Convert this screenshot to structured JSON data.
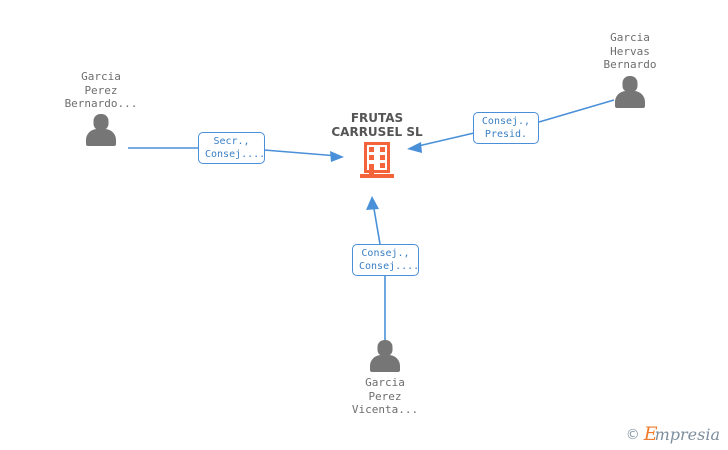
{
  "diagram": {
    "background_color": "#ffffff",
    "edge_color": "#4a90d9",
    "company_color": "#f4633a",
    "person_color": "#767676"
  },
  "company": {
    "name": "FRUTAS\nCARRUSEL SL",
    "icon": "building-icon"
  },
  "people": [
    {
      "id": "garcia-perez-bernardo",
      "name": "Garcia\nPerez\nBernardo...",
      "icon": "person-icon"
    },
    {
      "id": "garcia-hervas-bernardo",
      "name": "Garcia\nHervas\nBernardo",
      "icon": "person-icon"
    },
    {
      "id": "garcia-perez-vicenta",
      "name": "Garcia\nPerez\nVicenta...",
      "icon": "person-icon"
    }
  ],
  "relations": [
    {
      "id": "rel-left",
      "label": "Secr.,\nConsej....",
      "from": "garcia-perez-bernardo",
      "to": "company"
    },
    {
      "id": "rel-right",
      "label": "Consej.,\nPresid.",
      "from": "garcia-hervas-bernardo",
      "to": "company"
    },
    {
      "id": "rel-bottom",
      "label": "Consej.,\nConsej....",
      "from": "garcia-perez-vicenta",
      "to": "company"
    }
  ],
  "watermark": {
    "copyright": "©",
    "brand_initial": "E",
    "brand_rest": "mpresia"
  }
}
